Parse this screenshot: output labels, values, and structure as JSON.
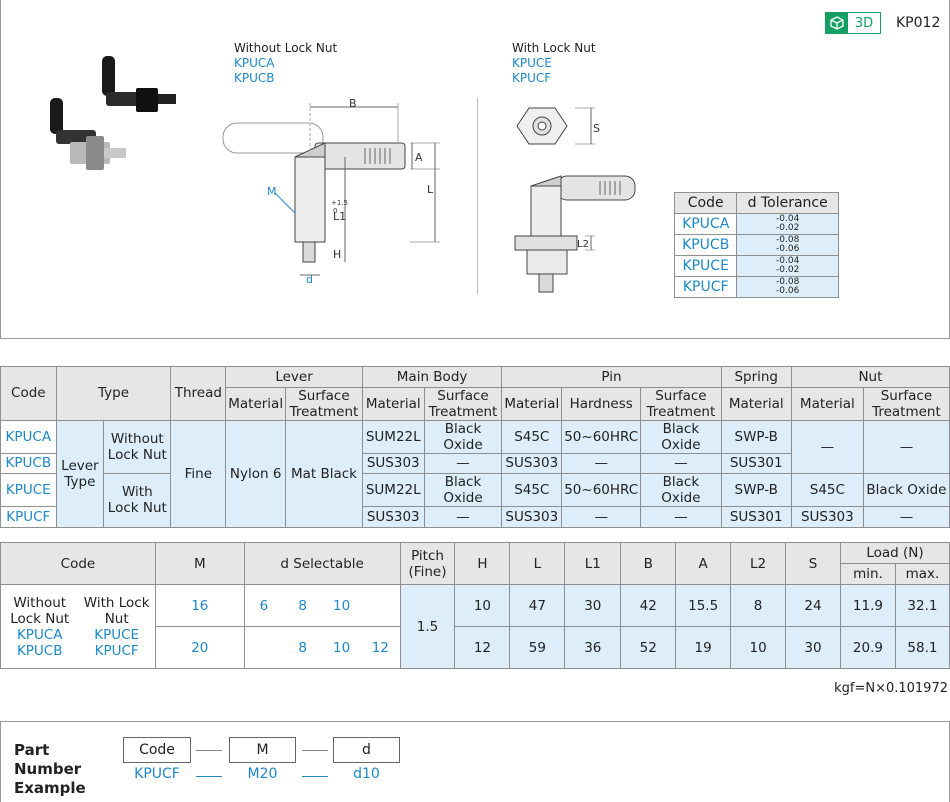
{
  "header": {
    "badge_3d": "3D",
    "model_code": "KP012"
  },
  "drawings": {
    "without_nut": {
      "title": "Without Lock Nut",
      "codes": [
        "KPUCA",
        "KPUCB"
      ]
    },
    "with_nut": {
      "title": "With Lock Nut",
      "codes": [
        "KPUCE",
        "KPUCF"
      ]
    },
    "dim_labels": {
      "B": "B",
      "A": "A",
      "L": "L",
      "M": "M",
      "L1": "L1",
      "L1_tol_upper": "+1.5",
      "L1_tol_lower": "0",
      "H": "H",
      "d": "d",
      "S": "S",
      "L2": "L2"
    }
  },
  "tolerance_table": {
    "headers": [
      "Code",
      "d Tolerance"
    ],
    "rows": [
      {
        "code": "KPUCA",
        "upper": "-0.04",
        "lower": "-0.02"
      },
      {
        "code": "KPUCB",
        "upper": "-0.08",
        "lower": "-0.06"
      },
      {
        "code": "KPUCE",
        "upper": "-0.04",
        "lower": "-0.02"
      },
      {
        "code": "KPUCF",
        "upper": "-0.08",
        "lower": "-0.06"
      }
    ]
  },
  "spec_table": {
    "headers": {
      "code": "Code",
      "type": "Type",
      "thread": "Thread",
      "lever": "Lever",
      "main_body": "Main Body",
      "pin": "Pin",
      "spring": "Spring",
      "nut": "Nut",
      "material": "Material",
      "surface_treatment": "Surface Treatment",
      "hardness": "Hardness"
    },
    "type_lever": "Lever Type",
    "type_without": "Without Lock Nut",
    "type_with": "With Lock Nut",
    "thread": "Fine",
    "lever_material": "Nylon 6",
    "lever_surface": "Mat Black",
    "rows": [
      {
        "code": "KPUCA",
        "body_mat": "SUM22L",
        "body_surf": "Black Oxide",
        "pin_mat": "S45C",
        "pin_hard": "50~60HRC",
        "pin_surf": "Black Oxide",
        "spring": "SWP-B",
        "nut_mat": "—",
        "nut_surf": "—"
      },
      {
        "code": "KPUCB",
        "body_mat": "SUS303",
        "body_surf": "—",
        "pin_mat": "SUS303",
        "pin_hard": "—",
        "pin_surf": "—",
        "spring": "SUS301"
      },
      {
        "code": "KPUCE",
        "body_mat": "SUM22L",
        "body_surf": "Black Oxide",
        "pin_mat": "S45C",
        "pin_hard": "50~60HRC",
        "pin_surf": "Black Oxide",
        "spring": "SWP-B",
        "nut_mat": "S45C",
        "nut_surf": "Black Oxide"
      },
      {
        "code": "KPUCF",
        "body_mat": "SUS303",
        "body_surf": "—",
        "pin_mat": "SUS303",
        "pin_hard": "—",
        "pin_surf": "—",
        "spring": "SUS301",
        "nut_mat": "SUS303",
        "nut_surf": "—"
      }
    ]
  },
  "dim_table": {
    "headers": [
      "Code",
      "M",
      "d Selectable",
      "Pitch (Fine)",
      "H",
      "L",
      "L1",
      "B",
      "A",
      "L2",
      "S",
      "Load (N)"
    ],
    "load_sub": [
      "min.",
      "max."
    ],
    "code_without": "Without Lock Nut",
    "code_with": "With Lock Nut",
    "codes_without": [
      "KPUCA",
      "KPUCB"
    ],
    "codes_with": [
      "KPUCE",
      "KPUCF"
    ],
    "pitch": "1.5",
    "rows": [
      {
        "M": "16",
        "d": [
          "6",
          "8",
          "10",
          ""
        ],
        "H": "10",
        "L": "47",
        "L1": "30",
        "B": "42",
        "A": "15.5",
        "L2": "8",
        "S": "24",
        "min": "11.9",
        "max": "32.1"
      },
      {
        "M": "20",
        "d": [
          "",
          "8",
          "10",
          "12"
        ],
        "H": "12",
        "L": "59",
        "L1": "36",
        "B": "52",
        "A": "19",
        "L2": "10",
        "S": "30",
        "min": "20.9",
        "max": "58.1"
      }
    ]
  },
  "note": "kgf=N×0.101972",
  "part_number": {
    "title": "Part Number Example",
    "boxes": [
      "Code",
      "M",
      "d"
    ],
    "example": [
      "KPUCF",
      "M20",
      "d10"
    ]
  },
  "colors": {
    "blue": "#1e88c8",
    "green": "#14a065",
    "header_gray": "#e6e6e6",
    "light_blue": "#ddeefa"
  }
}
